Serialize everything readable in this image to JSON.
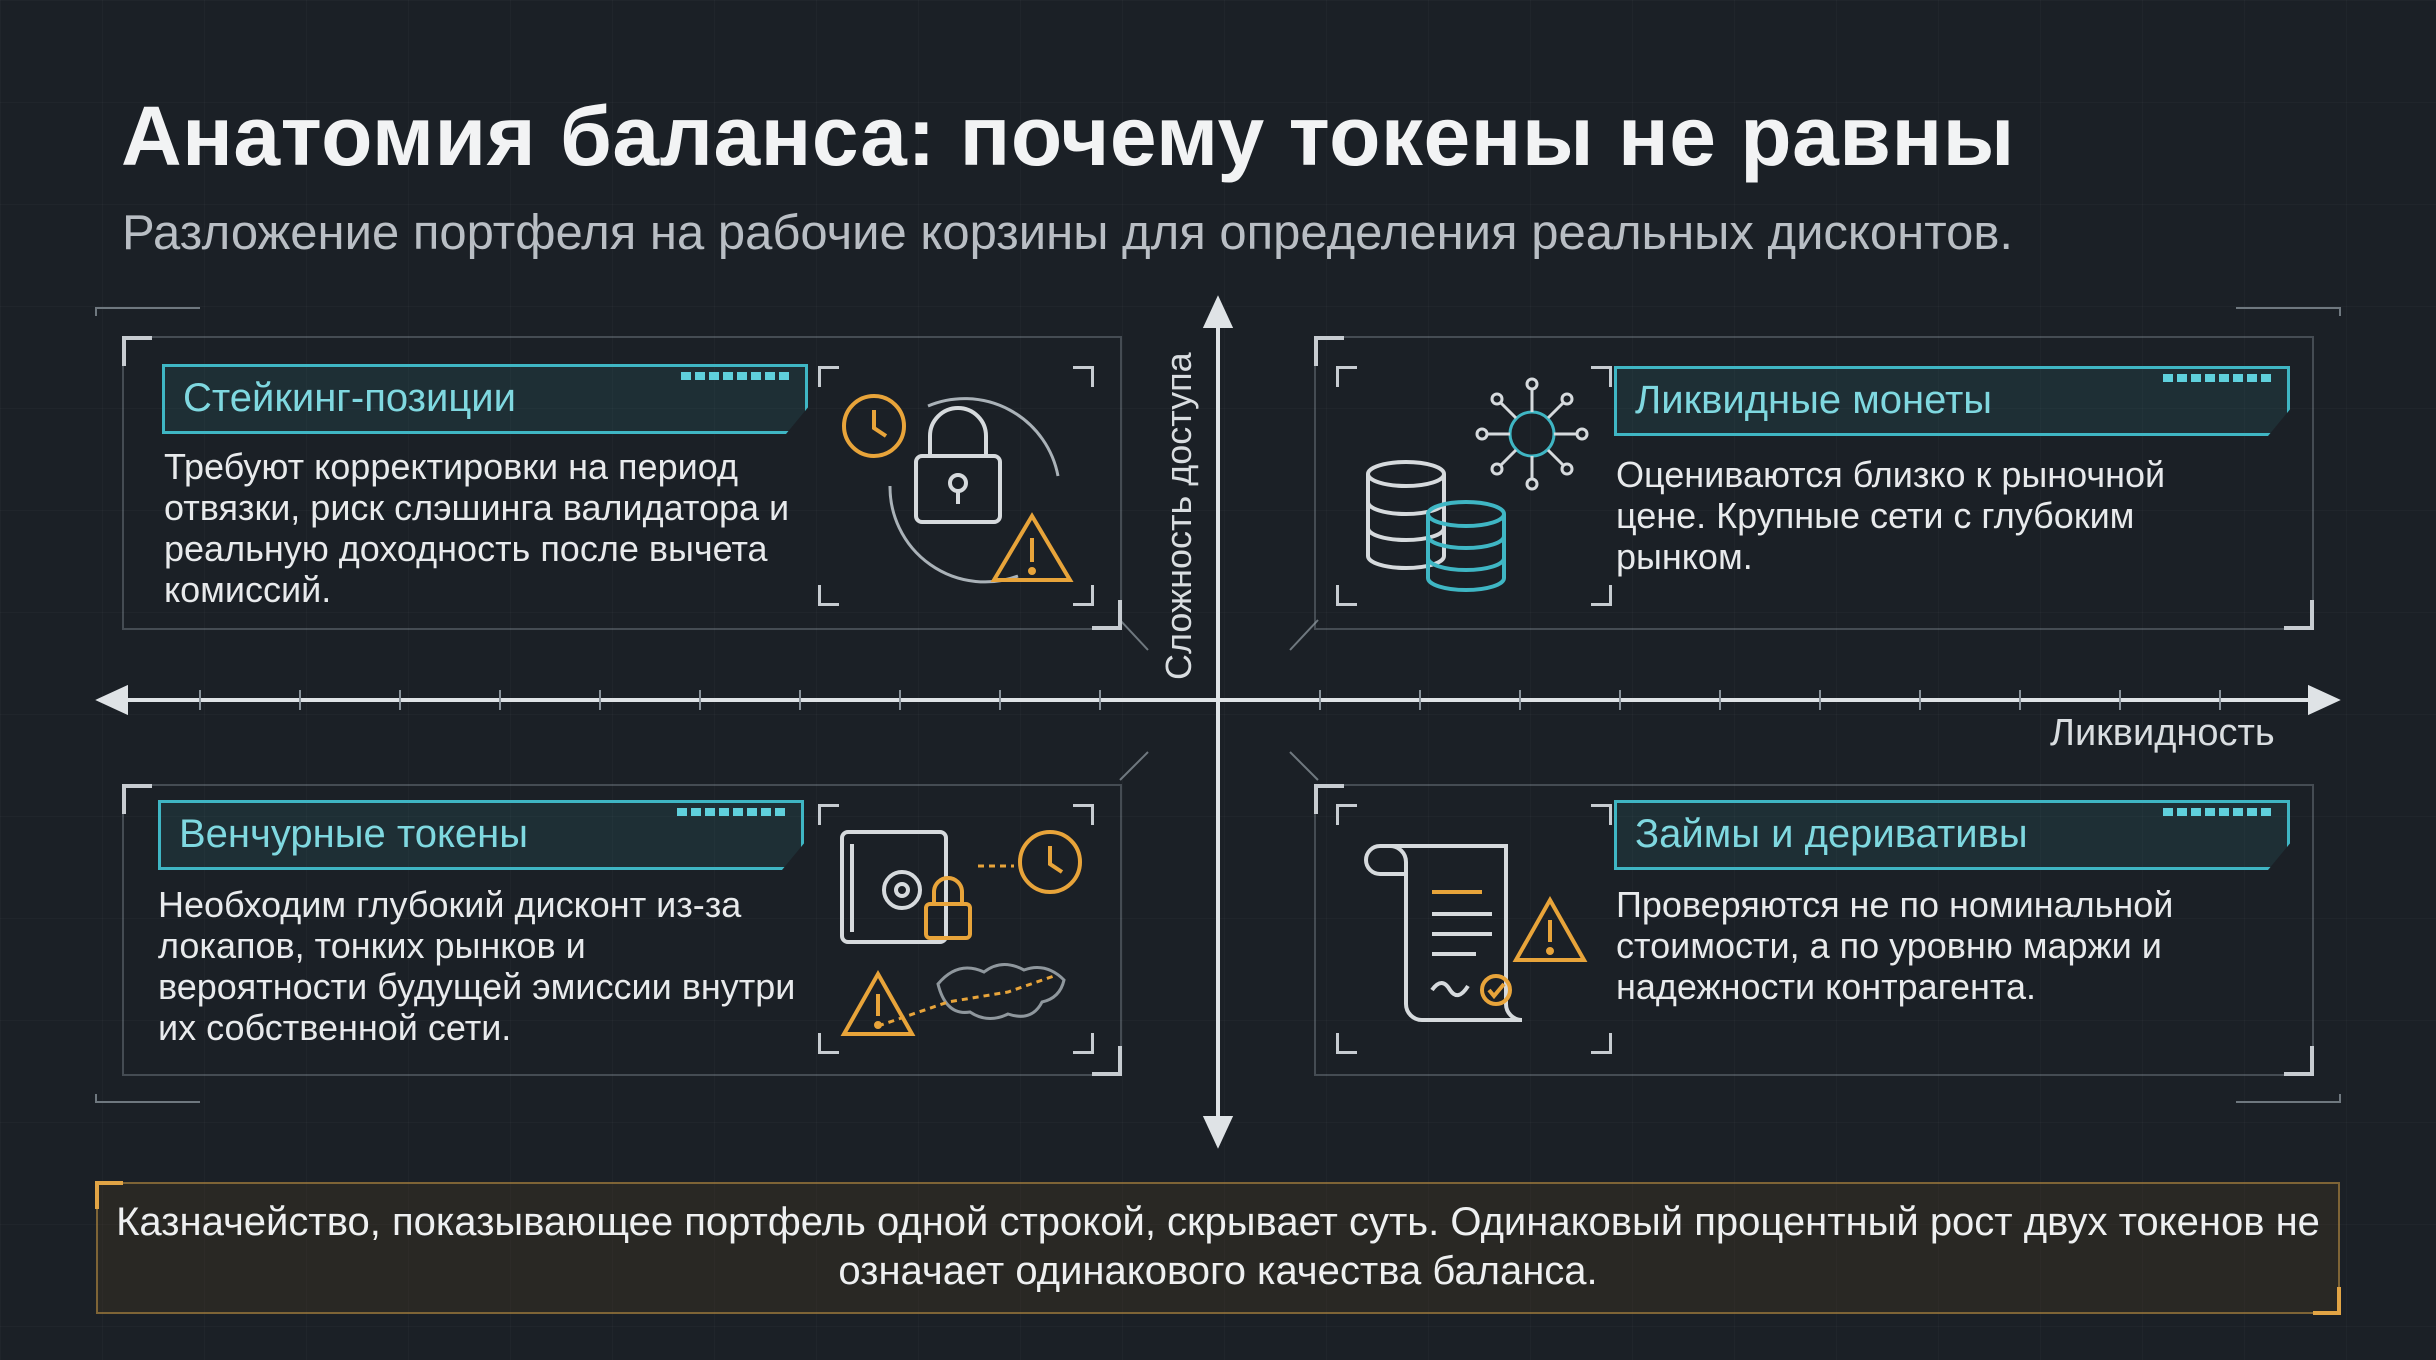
{
  "title": "Анатомия баланса: почему токены не равны",
  "subtitle": "Разложение портфеля на рабочие корзины для определения реальных дисконтов.",
  "axes": {
    "y_label": "Сложность доступа",
    "x_label": "Ликвидность"
  },
  "quadrants": {
    "top_left": {
      "title": "Стейкинг-позиции",
      "text": "Требуют корректировки на период отвязки, риск слэшинга валидатора и реальную доходность после вычета комиссий.",
      "icons": [
        "clock-icon",
        "padlock-icon",
        "cycle-arrows-icon",
        "warning-icon"
      ]
    },
    "top_right": {
      "title": "Ликвидные монеты",
      "text": "Оцениваются близко к рыночной цене. Крупные сети с глубоким рынком.",
      "icons": [
        "database-stack-icon",
        "network-node-icon"
      ]
    },
    "bottom_left": {
      "title": "Венчурные токены",
      "text": "Необходим глубокий дисконт из-за локапов, тонких рынков и вероятности будущей эмиссии внутри их собственной сети.",
      "icons": [
        "vault-icon",
        "lock-icon",
        "clock-icon",
        "warning-icon",
        "world-map-icon"
      ]
    },
    "bottom_right": {
      "title": "Займы и деривативы",
      "text": "Проверяются не по номинальной стоимости, а по уровню маржи и надежности контрагента.",
      "icons": [
        "contract-scroll-icon",
        "warning-icon",
        "check-seal-icon"
      ]
    }
  },
  "footer": {
    "text": "Казначейство, показывающее портфель одной строкой, скрывает суть. Одинаковый процентный рост двух токенов не означает одинакового качества баланса."
  },
  "colors": {
    "background": "#1b2026",
    "teal_accent": "#3fb6c4",
    "amber_accent": "#e8a43a",
    "footer_border": "#e1a445"
  }
}
